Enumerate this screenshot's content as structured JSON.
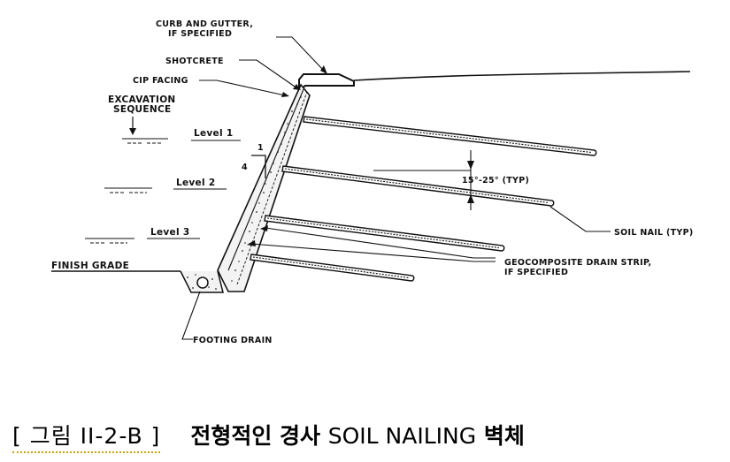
{
  "labels": {
    "curb_line1": "CURB AND GUTTER,",
    "curb_line2": "IF SPECIFIED",
    "shotcrete": "SHOTCRETE",
    "cip_facing": "CIP FACING",
    "excavation_line1": "EXCAVATION",
    "excavation_line2": "SEQUENCE",
    "level1": "Level 1",
    "level2": "Level 2",
    "level3": "Level 3",
    "finish_grade": "FINISH GRADE",
    "footing_drain": "FOOTING DRAIN",
    "soil_nail": "SOIL NAIL (TYP)",
    "drain_line1": "GEOCOMPOSITE DRAIN STRIP,",
    "drain_line2": "IF SPECIFIED",
    "angle": "15°-25° (TYP)",
    "slope_run": "1",
    "slope_rise": "4"
  },
  "caption": {
    "figure_number": "[ 그림 II-2-B ]",
    "title_korean_pre": "전형적인 경사",
    "title_english": "SOIL NAILING",
    "title_korean_post": "벽체"
  },
  "nail_count": 4
}
